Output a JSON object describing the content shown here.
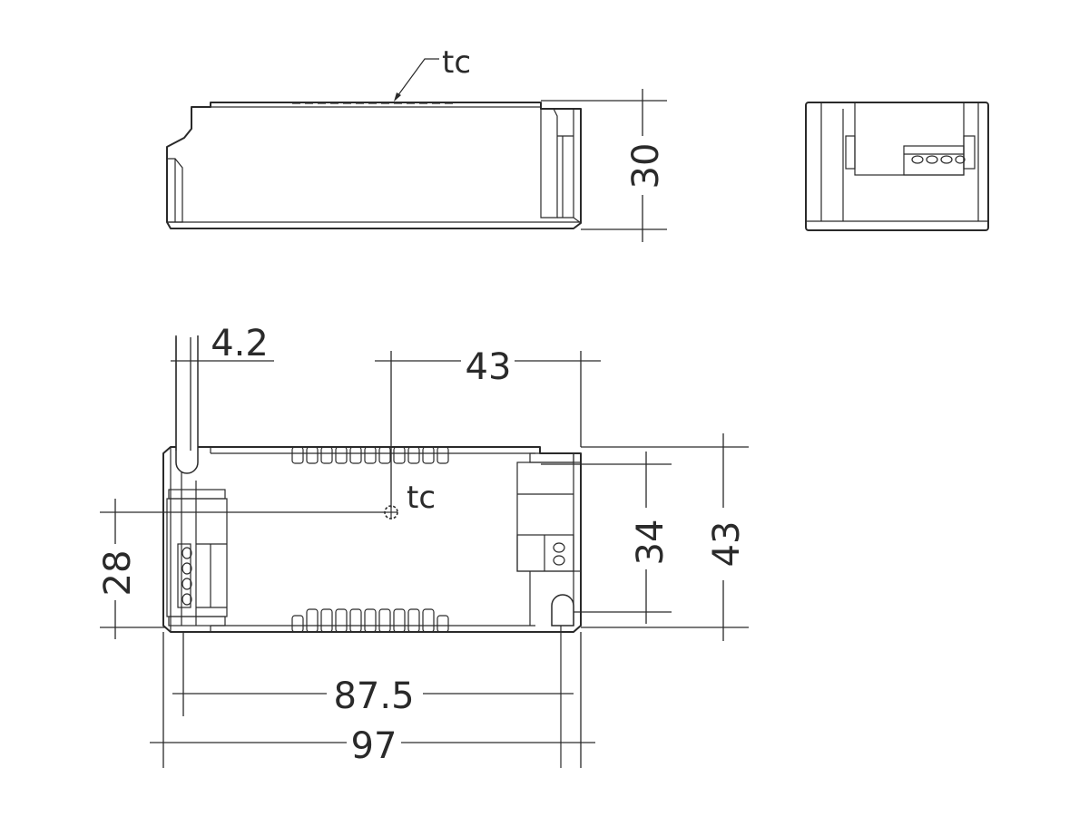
{
  "drawing": {
    "tc_label_top": "tc",
    "tc_label_plan": "tc",
    "dims": {
      "height_30": "30",
      "offset_4_2": "4.2",
      "tc_43": "43",
      "width_43": "43",
      "terminal_34": "34",
      "terminal_28": "28",
      "hole_87_5": "87.5",
      "length_97": "97"
    }
  }
}
